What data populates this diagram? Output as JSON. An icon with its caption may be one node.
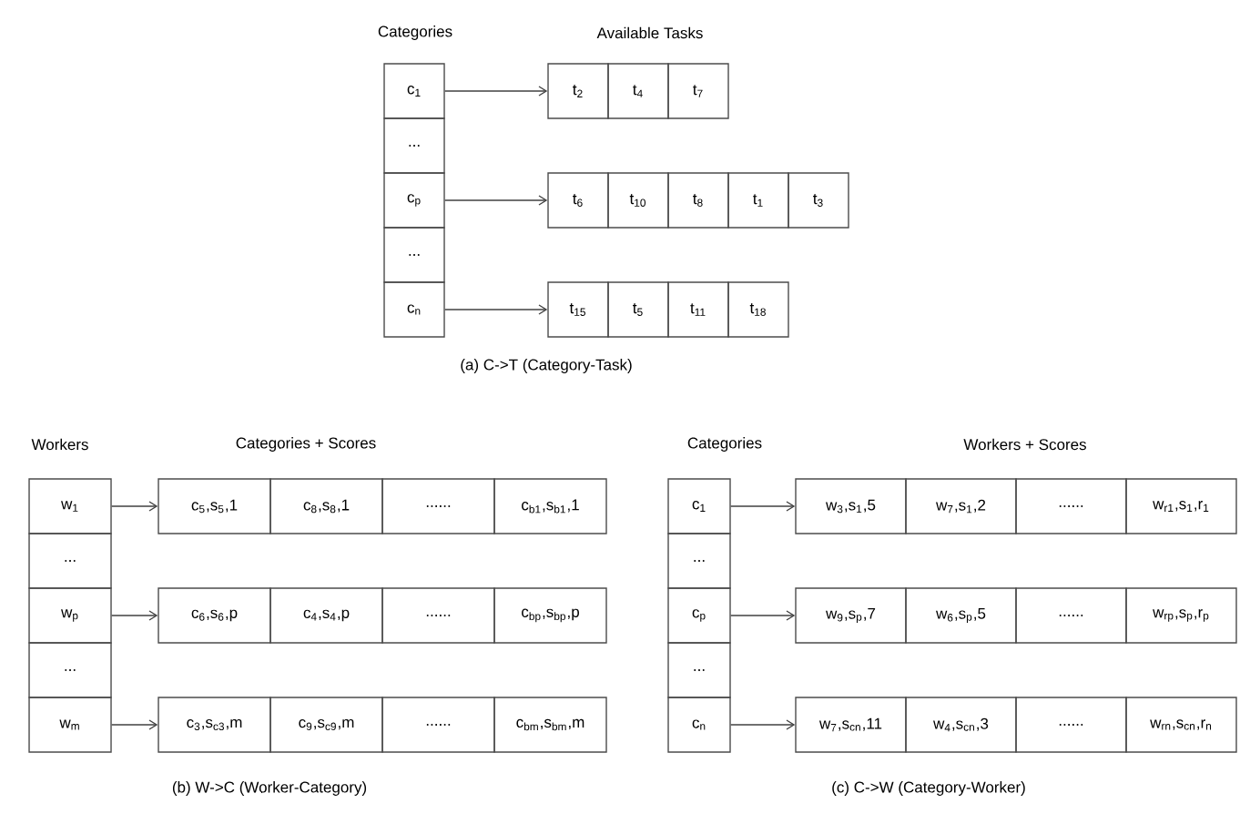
{
  "diagram": {
    "nodes": [
      {
        "text": [
          "c$_{1}$"
        ]
      },
      {
        "text": [
          "..."
        ]
      },
      {
        "text": [
          "c$_{p}$"
        ]
      },
      {
        "text": [
          "..."
        ]
      },
      {
        "text": [
          "c$_{n}$"
        ]
      },
      {
        "text": [
          "t$_{2}$"
        ]
      },
      {
        "text": [
          "t$_{4}$"
        ]
      },
      {
        "text": [
          "t$_{7}$"
        ]
      },
      {
        "text": [
          "t$_{6}$"
        ]
      },
      {
        "text": [
          "t$_{10}$"
        ]
      },
      {
        "text": [
          "t$_{8}$"
        ]
      },
      {
        "text": [
          "t$_{1}$"
        ]
      },
      {
        "text": [
          "t$_{3}$"
        ]
      },
      {
        "text": [
          "t$_{15}$"
        ]
      },
      {
        "text": [
          "t$_{5}$"
        ]
      },
      {
        "text": [
          "t$_{11}$"
        ]
      },
      {
        "text": [
          "t$_{18}$"
        ]
      },
      {
        "text": [
          "w$_{1}$"
        ]
      },
      {
        "text": [
          "..."
        ]
      },
      {
        "text": [
          "w$_{p}$"
        ]
      },
      {
        "text": [
          "..."
        ]
      },
      {
        "text": [
          "w$_{m}$"
        ]
      },
      {
        "text": [
          "c$_{5}$,s$_{5}$,1"
        ]
      },
      {
        "text": [
          "c$_{8}$,s$_{8}$,1"
        ]
      },
      {
        "text": [
          "......"
        ]
      },
      {
        "text": [
          "c$_{b1}$,s$_{b1}$,1"
        ]
      },
      {
        "text": [
          "c$_{6}$,s$_{6}$,p"
        ]
      },
      {
        "text": [
          "c$_{4}$,s$_{4}$,p"
        ]
      },
      {
        "text": [
          "......"
        ]
      },
      {
        "text": [
          "c$_{bp}$,s$_{bp}$,p"
        ]
      },
      {
        "text": [
          "c$_{3}$,s$_{c3}$,m"
        ]
      },
      {
        "text": [
          "c$_{9}$,s$_{c9}$,m"
        ]
      },
      {
        "text": [
          "......"
        ]
      },
      {
        "text": [
          "c$_{bm}$,s$_{bm}$,m"
        ]
      },
      {
        "text": [
          "c$_{1}$"
        ]
      },
      {
        "text": [
          "..."
        ]
      },
      {
        "text": [
          "c$_{p}$"
        ]
      },
      {
        "text": [
          "..."
        ]
      },
      {
        "text": [
          "c$_{n}$"
        ]
      },
      {
        "text": [
          "w$_{3}$,s$_{1}$,5"
        ]
      },
      {
        "text": [
          "w$_{7}$,s$_{1}$,2"
        ]
      },
      {
        "text": [
          "......"
        ]
      },
      {
        "text": [
          "w$_{r1}$,s$_{1}$,r$_{1}$"
        ]
      },
      {
        "text": [
          "w$_{9}$,s$_{p}$,7"
        ]
      },
      {
        "text": [
          "w$_{6}$,s$_{p}$,5"
        ]
      },
      {
        "text": [
          "......"
        ]
      },
      {
        "text": [
          "w$_{rp}$,s$_{p}$,r$_{p}$"
        ]
      },
      {
        "text": [
          "w$_{7}$,s$_{cn}$,11"
        ]
      },
      {
        "text": [
          "w$_{4}$,s$_{cn}$,3"
        ]
      },
      {
        "text": [
          "......"
        ]
      },
      {
        "text": [
          "w$_{rn}$,s$_{cn}$,r$_{n}$"
        ]
      }
    ],
    "edges": [
      {
        "from": 0,
        "to": 5,
        "arrow": "to"
      },
      {
        "from": 2,
        "to": 8,
        "arrow": "to"
      },
      {
        "from": 4,
        "to": 13,
        "arrow": "to"
      },
      {
        "from": 17,
        "to": 22,
        "arrow": "to"
      },
      {
        "from": 19,
        "to": 26,
        "arrow": "to"
      },
      {
        "from": 21,
        "to": 30,
        "arrow": "to"
      },
      {
        "from": 34,
        "to": 39,
        "arrow": "to"
      },
      {
        "from": 36,
        "to": 43,
        "arrow": "to"
      },
      {
        "from": 38,
        "to": 47,
        "arrow": "to"
      }
    ],
    "labels": [
      "Categories",
      "Available Tasks",
      "(a) C->T (Category-Task)",
      "Workers",
      "Categories + Scores",
      "Categories",
      "Workers + Scores",
      "(b) W->C (Worker-Category)",
      "(c) C->W (Category-Worker)"
    ]
  }
}
